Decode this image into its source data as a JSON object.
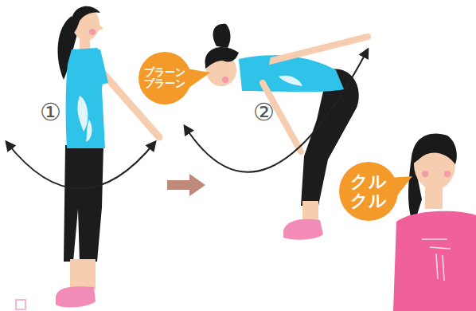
{
  "diagram": {
    "nodes": [
      {
        "text": [
          "プラーン プラーン"
        ]
      },
      {
        "text": [
          "クル クル"
        ]
      }
    ],
    "labels": [
      "①",
      "②"
    ]
  }
}
